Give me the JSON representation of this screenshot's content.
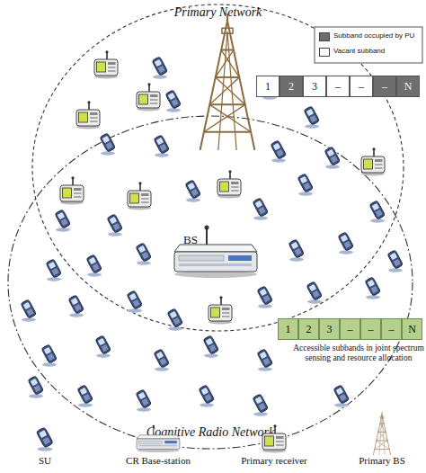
{
  "diagram": {
    "nodes": [
      {
        "text": [
          "Primary Network"
        ]
      },
      {
        "text": [
          "Cognitive Radio Network"
        ]
      }
    ],
    "labels": [
      "BS",
      "1",
      "2",
      "3",
      "–",
      "–",
      "–",
      "N",
      "1",
      "2",
      "3",
      "–",
      "–",
      "–",
      "N",
      "Accessible subbands in joint spectrum sensing and resource allocation"
    ],
    "legend": [
      {
        "text": "Subband occupied by PU",
        "color": "#6e6e6e"
      },
      {
        "text": "Vacant subband",
        "color": "#ffffff"
      },
      {
        "text": "SU"
      },
      {
        "text": "CR Base-station"
      },
      {
        "text": "Primary receiver"
      },
      {
        "text": "Primary BS"
      }
    ]
  }
}
